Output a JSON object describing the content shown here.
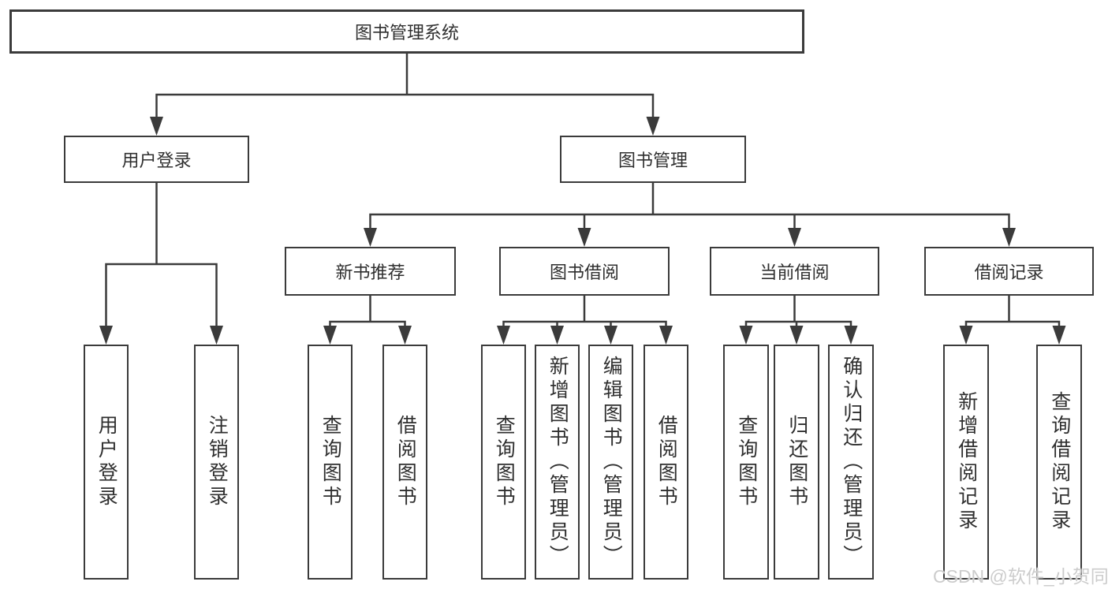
{
  "diagram": {
    "root": {
      "label": "图书管理系统"
    },
    "level2": [
      {
        "label": "用户登录"
      },
      {
        "label": "图书管理"
      }
    ],
    "level3": [
      {
        "label": "新书推荐"
      },
      {
        "label": "图书借阅"
      },
      {
        "label": "当前借阅"
      },
      {
        "label": "借阅记录"
      }
    ],
    "leaves": {
      "user_login": [
        "用户登录",
        "注销登录"
      ],
      "new_books": [
        "查询图书",
        "借阅图书"
      ],
      "book_borrow": [
        "查询图书",
        "新增图书（管理员）",
        "编辑图书（管理员）",
        "借阅图书"
      ],
      "current_borrow": [
        "查询图书",
        "归还图书",
        "确认归还（管理员）"
      ],
      "borrow_records": [
        "新增借阅记录",
        "查询借阅记录"
      ]
    }
  },
  "watermark": {
    "text": "CSDN @软件_小贺同学"
  },
  "colors": {
    "line": "#3b3b3b",
    "box_border": "#3b3b3b",
    "text": "#2f2f2f",
    "watermark": "#cccccc",
    "background": "#ffffff"
  }
}
